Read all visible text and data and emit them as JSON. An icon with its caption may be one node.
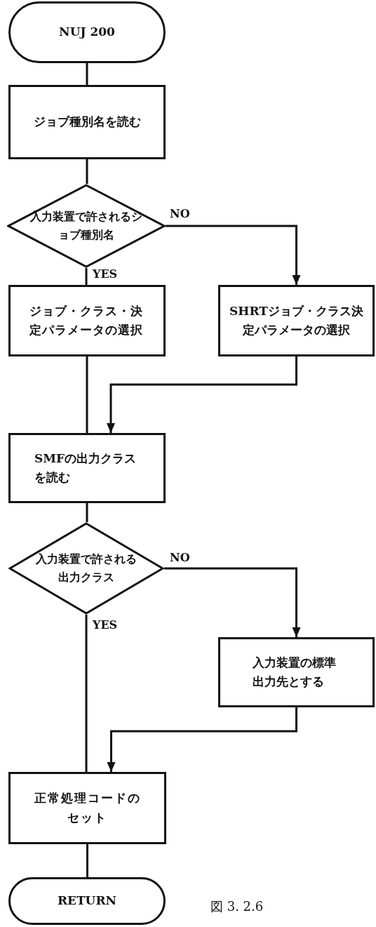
{
  "diagram": {
    "caption": "図 3. 2.6",
    "nodes": [
      {
        "text": [
          "NUJ 200"
        ]
      },
      {
        "text": [
          "ジョブ種別名を読む"
        ]
      },
      {
        "text": [
          "入力装置で許されるジョブ種別名"
        ]
      },
      {
        "text": [
          "ジョブ・クラス・決定パラメータの選択"
        ]
      },
      {
        "text": [
          "SHRTジョブ・クラス決定パラメータの選択"
        ]
      },
      {
        "text": [
          "SMFの出力クラスを読む"
        ]
      },
      {
        "text": [
          "入力装置で許される出力クラス"
        ]
      },
      {
        "text": [
          "入力装置の標準出力先とする"
        ]
      },
      {
        "text": [
          "正常処理コードのセット"
        ]
      },
      {
        "text": [
          "RETURN"
        ]
      }
    ],
    "edges": [
      {
        "from": 0,
        "to": 1,
        "arrow": "none"
      },
      {
        "from": 1,
        "to": 2,
        "arrow": "none"
      },
      {
        "from": 2,
        "to": 3,
        "arrow": "none",
        "label": "YES"
      },
      {
        "from": 2,
        "to": 4,
        "arrow": "to",
        "label": "NO"
      },
      {
        "from": 3,
        "to": 5,
        "arrow": "none"
      },
      {
        "from": 4,
        "to": 5,
        "arrow": "to"
      },
      {
        "from": 5,
        "to": 6,
        "arrow": "none"
      },
      {
        "from": 6,
        "to": 8,
        "arrow": "none",
        "label": "YES"
      },
      {
        "from": 6,
        "to": 7,
        "arrow": "to",
        "label": "NO"
      },
      {
        "from": 7,
        "to": 8,
        "arrow": "to"
      },
      {
        "from": 8,
        "to": 9,
        "arrow": "none"
      }
    ]
  }
}
